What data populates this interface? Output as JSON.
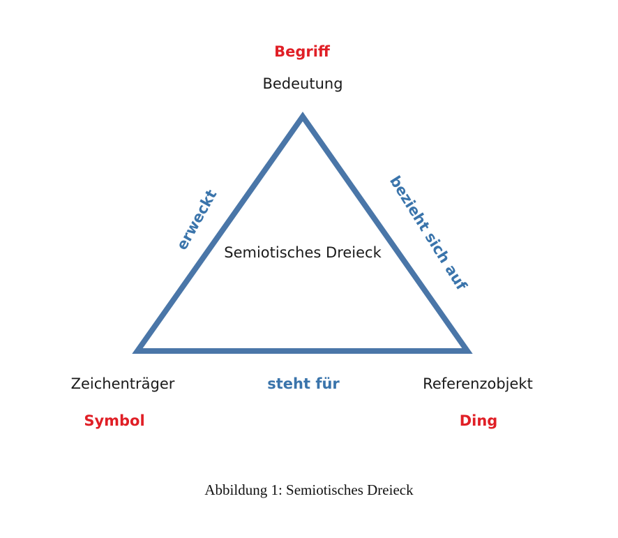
{
  "diagram": {
    "top": {
      "concept": "Begriff",
      "label": "Bedeutung"
    },
    "bottom_left": {
      "label": "Zeichenträger",
      "concept": "Symbol"
    },
    "bottom_right": {
      "label": "Referenzobjekt",
      "concept": "Ding"
    },
    "edges": {
      "left": "erweckt",
      "right": "bezieht sich auf",
      "bottom": "steht für"
    },
    "center": "Semiotisches Dreieck",
    "colors": {
      "triangle": "#4a76a8",
      "concept": "#e01f26",
      "relation": "#3a74ab",
      "label": "#1a1a1a"
    }
  },
  "caption": "Abbildung 1: Semiotisches Dreieck"
}
